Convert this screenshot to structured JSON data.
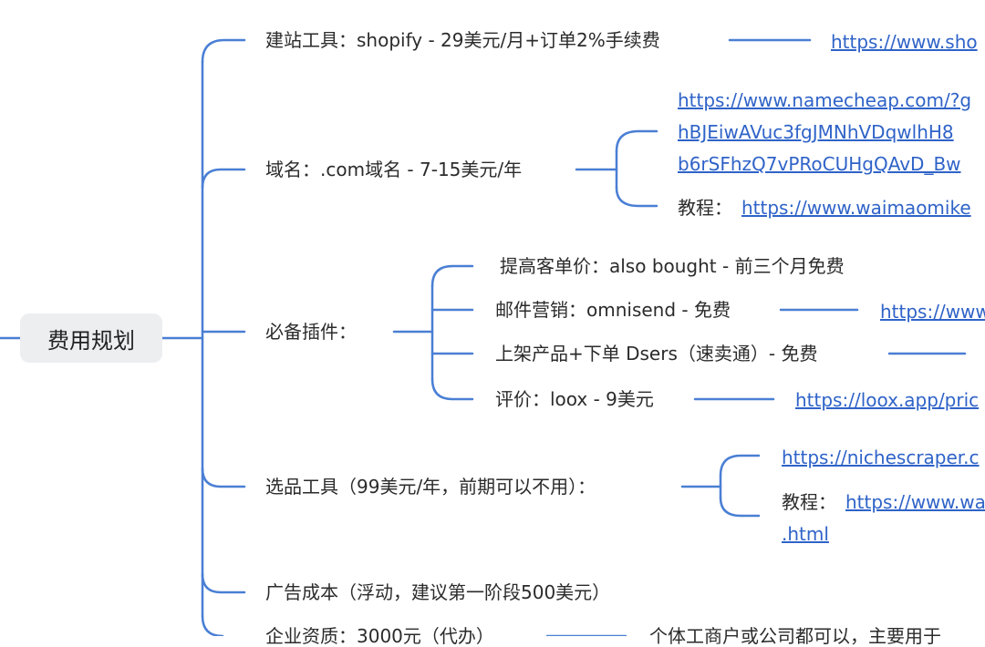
{
  "root": {
    "label": "费用规划"
  },
  "nodes": {
    "site_tool": "建站工具：shopify - 29美元/月+订单2%手续费",
    "site_tool_link": "https://www.sho",
    "domain": "域名：.com域名 - 7-15美元/年",
    "domain_link_1": "https://www.namecheap.com/?g",
    "domain_link_2": "hBJEiwAVuc3fgJMNhVDqwlhH8",
    "domain_link_3": "b6rSFhzQ7vPRoCUHgQAvD_Bw",
    "domain_tutorial_label": "教程：",
    "domain_tutorial_link": "https://www.waimaomike",
    "plugins": "必备插件：",
    "plugin_1": "提高客单价：also bought - 前三个月免费",
    "plugin_2": "邮件营销：omnisend - 免费",
    "plugin_2_link": "https://www",
    "plugin_3": "上架产品+下单 Dsers（速卖通）- 免费",
    "plugin_4": "评价：loox - 9美元",
    "plugin_4_link": "https://loox.app/pric",
    "selection": "选品工具（99美元/年，前期可以不用）：",
    "selection_link": "https://nichescraper.c",
    "selection_tutorial_label": "教程：",
    "selection_tutorial_link": "https://www.wa",
    "selection_tutorial_link_2": ".html",
    "ads": "广告成本（浮动，建议第一阶段500美元）",
    "company": "企业资质：3000元（代办）",
    "company_note": "个体工商户或公司都可以，主要用于"
  },
  "colors": {
    "line": "#4a7fd4",
    "link": "#2f63c8",
    "root_bg": "#eceef0"
  }
}
